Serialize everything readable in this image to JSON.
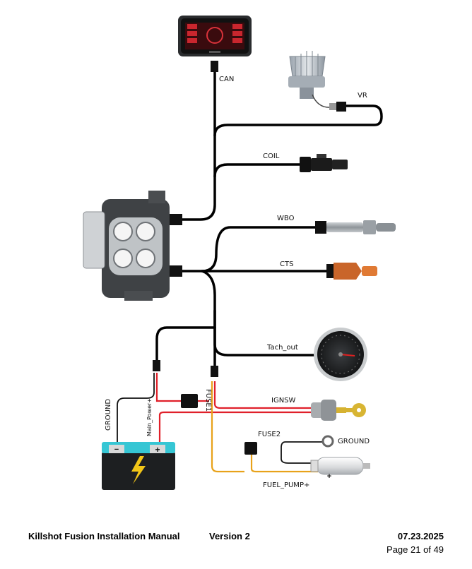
{
  "diagram": {
    "labels": {
      "can": "CAN",
      "vr": "VR",
      "coil": "COIL",
      "wbo": "WBO",
      "cts": "CTS",
      "tach_out": "Tach_out",
      "ignsw": "IGNSW",
      "fuse1": "FUSE1",
      "fuse2": "FUSE2",
      "ground_battery": "GROUND",
      "ground_pump": "GROUND",
      "main_power": "Main_Power+",
      "fuel_pump": "FUEL_PUMP+"
    },
    "battery": {
      "minus": "−",
      "plus": "+"
    },
    "pump_plus": "+",
    "colors": {
      "harness": "#000000",
      "power_wire": "#e0202a",
      "pump_wire": "#e8a21a",
      "ground_wire": "#111111",
      "battery_top": "#36c6d4",
      "bolt": "#f2c618",
      "coolant_sensor": "#c9652a"
    },
    "icons": [
      "display-screen-icon",
      "distributor-icon",
      "coil-connector-icon",
      "throttle-body-icon",
      "o2-sensor-icon",
      "temp-sensor-icon",
      "tach-gauge-icon",
      "ignition-key-icon",
      "battery-icon",
      "fuel-pump-icon",
      "ground-ring-icon",
      "fuse-icon"
    ]
  },
  "footer": {
    "title": "Killshot Fusion Installation Manual",
    "version": "Version 2",
    "date": "07.23.2025",
    "page": "Page 21 of 49"
  }
}
